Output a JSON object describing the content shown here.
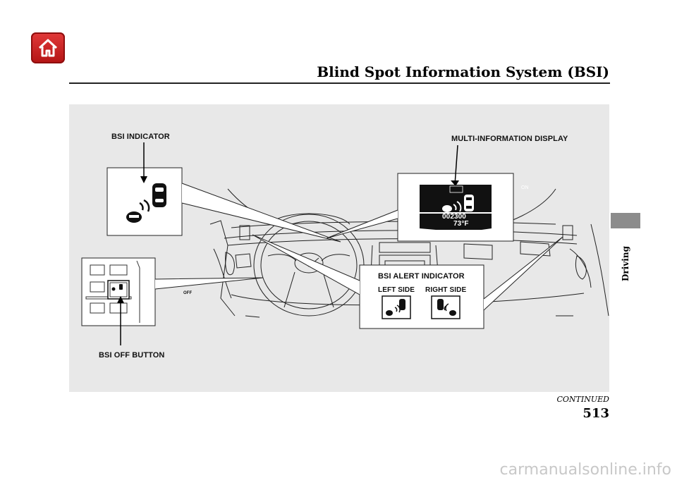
{
  "header": {
    "home_icon": "home-icon",
    "title": "Blind Spot Information System (BSI)"
  },
  "side_tab": {
    "label": "Driving"
  },
  "figure": {
    "labels": {
      "bsi_indicator": "BSI INDICATOR",
      "multi_info_display": "MULTI-INFORMATION DISPLAY",
      "bsi_alert_indicator": "BSI ALERT INDICATOR",
      "left_side": "LEFT SIDE",
      "right_side": "RIGHT SIDE",
      "bsi_off_button": "BSI OFF BUTTON"
    },
    "display": {
      "status": "ON",
      "odometer": "002300",
      "temperature": "73°F"
    },
    "button_text": "OFF"
  },
  "footer": {
    "continued": "CONTINUED",
    "page_number": "513",
    "watermark": "carmanualsonline.info"
  },
  "colors": {
    "home_button": "#cc2222",
    "panel_bg": "#e8e8e8",
    "side_tab": "#8c8c8c"
  }
}
